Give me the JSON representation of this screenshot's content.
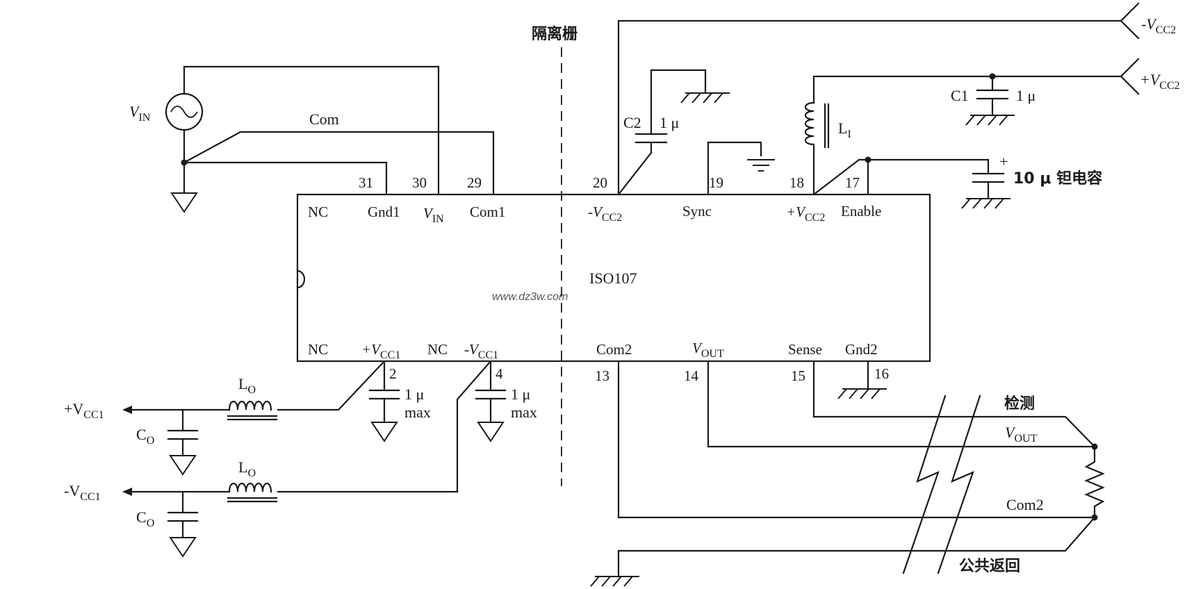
{
  "barrier_label": "隔离栅",
  "chip": {
    "name": "ISO107",
    "top_pins": [
      {
        "num": "31",
        "label": "Gnd1"
      },
      {
        "num": "30",
        "label_main": "V",
        "label_sub": "IN"
      },
      {
        "num": "29",
        "label": "Com1"
      },
      {
        "num": "20",
        "label_main": "-V",
        "label_sub": "CC2"
      },
      {
        "num": "19",
        "label": "Sync"
      },
      {
        "num": "18",
        "label_main": "+V",
        "label_sub": "CC2"
      },
      {
        "num": "17",
        "label": "Enable"
      }
    ],
    "top_nc": "NC",
    "bottom_pins": [
      {
        "num": "",
        "label": "NC"
      },
      {
        "num": "2",
        "label_main": "+V",
        "label_sub": "CC1"
      },
      {
        "num": "",
        "label": "NC"
      },
      {
        "num": "4",
        "label_main": "-V",
        "label_sub": "CC1"
      },
      {
        "num": "13",
        "label": "Com2"
      },
      {
        "num": "14",
        "label_main": "V",
        "label_sub": "OUT"
      },
      {
        "num": "15",
        "label": "Sense"
      },
      {
        "num": "16",
        "label": "Gnd2"
      }
    ]
  },
  "input": {
    "vin_main": "V",
    "vin_sub": "IN",
    "com": "Com"
  },
  "components": {
    "c2": "C2",
    "c2_val": "1 μ",
    "c1": "C1",
    "c1_val": "1 μ",
    "li": "L",
    "li_sub": "I",
    "tant_val": "10 μ 钽电容",
    "tant_plus": "+",
    "cap_val": "1 μ",
    "cap_max": "max",
    "lo": "L",
    "lo_sub": "O",
    "co": "C",
    "co_sub": "O"
  },
  "rails": {
    "vcc2_neg_main": "-V",
    "vcc2_neg_sub": "CC2",
    "vcc2_pos_main": "+V",
    "vcc2_pos_sub": "CC2",
    "vcc1_pos_main": "+V",
    "vcc1_pos_sub": "CC1",
    "vcc1_neg_main": "-V",
    "vcc1_neg_sub": "CC1"
  },
  "output": {
    "sense": "检测",
    "vout_main": "V",
    "vout_sub": "OUT",
    "com2": "Com2",
    "common_return": "公共返回"
  },
  "watermark": "www.dz3w.com"
}
